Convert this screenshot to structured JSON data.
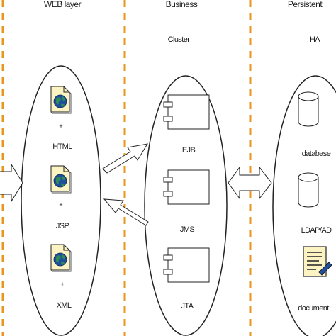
{
  "columns": {
    "web": {
      "title": "WEB layer"
    },
    "business": {
      "title": "Business",
      "subtitle": "Cluster"
    },
    "persistent": {
      "title": "Persistent",
      "subtitle": "HA"
    }
  },
  "web_items": [
    {
      "label": "HTML",
      "icon": "web-document-icon"
    },
    {
      "label": "JSP",
      "icon": "web-document-icon"
    },
    {
      "label": "XML",
      "icon": "web-document-icon"
    }
  ],
  "business_items": [
    {
      "label": "EJB",
      "icon": "component-icon"
    },
    {
      "label": "JMS",
      "icon": "component-icon"
    },
    {
      "label": "JTA",
      "icon": "component-icon"
    }
  ],
  "persistent_items": [
    {
      "label": "database",
      "icon": "database-cylinder-icon"
    },
    {
      "label": "LDAP/AD",
      "icon": "database-cylinder-icon"
    },
    {
      "label": "document",
      "icon": "document-pen-icon"
    }
  ],
  "colors": {
    "divider": "#e8961e",
    "doc_fill": "#fbf3c2",
    "globe": "#1f4e9c",
    "globe_land": "#2e8b57",
    "line": "#222222"
  }
}
